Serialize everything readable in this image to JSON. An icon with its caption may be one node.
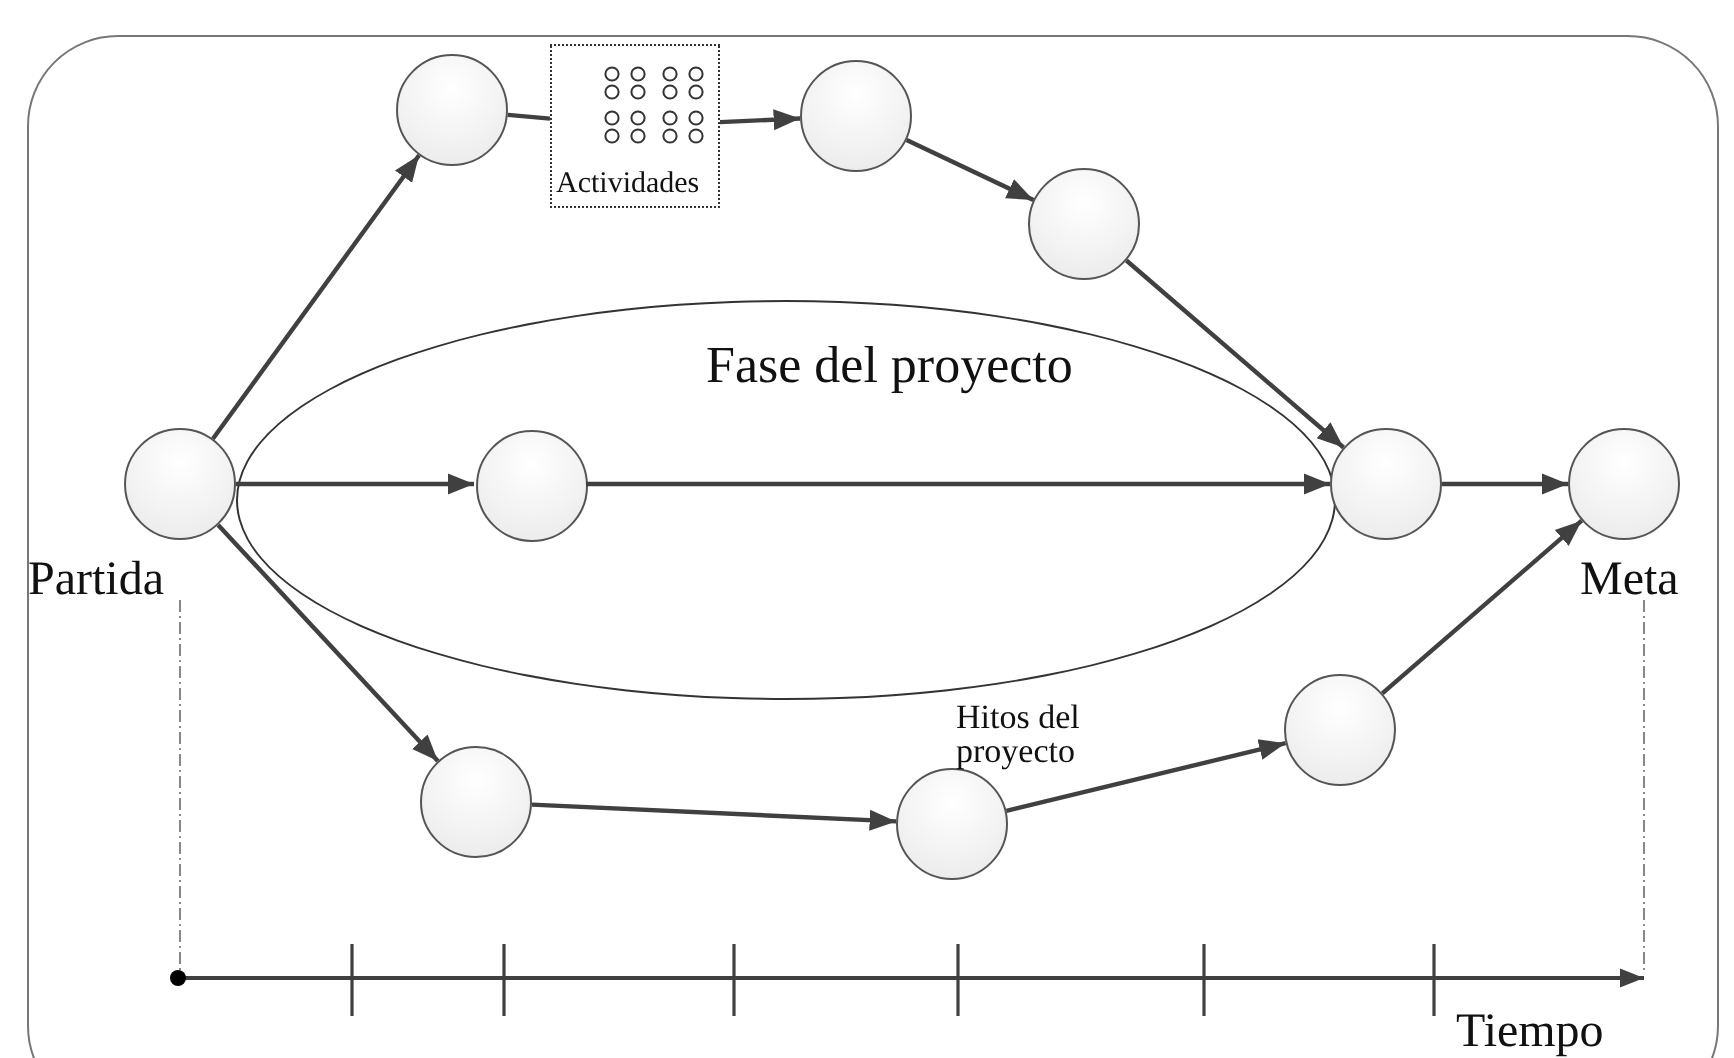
{
  "diagram": {
    "nodes": [
      {
        "text": [
          "Fase del proyecto"
        ]
      },
      {
        "text": [],
        "shape": "circle"
      },
      {
        "text": [
          "Actividades"
        ]
      },
      {
        "text": [],
        "shape": "circle"
      },
      {
        "text": [],
        "shape": "circle"
      },
      {
        "text": [],
        "shape": "circle",
        "beside": [
          "Partida"
        ]
      },
      {
        "text": [],
        "shape": "circle",
        "in": 0
      },
      {
        "text": [],
        "shape": "circle"
      },
      {
        "text": [],
        "shape": "circle",
        "beside": [
          "Meta"
        ]
      },
      {
        "text": [],
        "shape": "circle"
      },
      {
        "text": [],
        "shape": "circle",
        "beside": [
          "Hitos del proyecto"
        ]
      },
      {
        "text": [],
        "shape": "circle"
      }
    ],
    "edges": [
      {
        "from": 5,
        "to": 1,
        "arrow": "to"
      },
      {
        "from": 1,
        "to": 2,
        "arrow": "none"
      },
      {
        "from": 2,
        "to": 3,
        "arrow": "to"
      },
      {
        "from": 3,
        "to": 4,
        "arrow": "to"
      },
      {
        "from": 4,
        "to": 7,
        "arrow": "to"
      },
      {
        "from": 5,
        "to": 6,
        "arrow": "to"
      },
      {
        "from": 6,
        "to": 7,
        "arrow": "to"
      },
      {
        "from": 7,
        "to": 8,
        "arrow": "to"
      },
      {
        "from": 5,
        "to": 9,
        "arrow": "to"
      },
      {
        "from": 9,
        "to": 10,
        "arrow": "to"
      },
      {
        "from": 10,
        "to": 11,
        "arrow": "to"
      },
      {
        "from": 11,
        "to": 8,
        "arrow": "to"
      }
    ],
    "labels": [
      "Tiempo"
    ]
  }
}
